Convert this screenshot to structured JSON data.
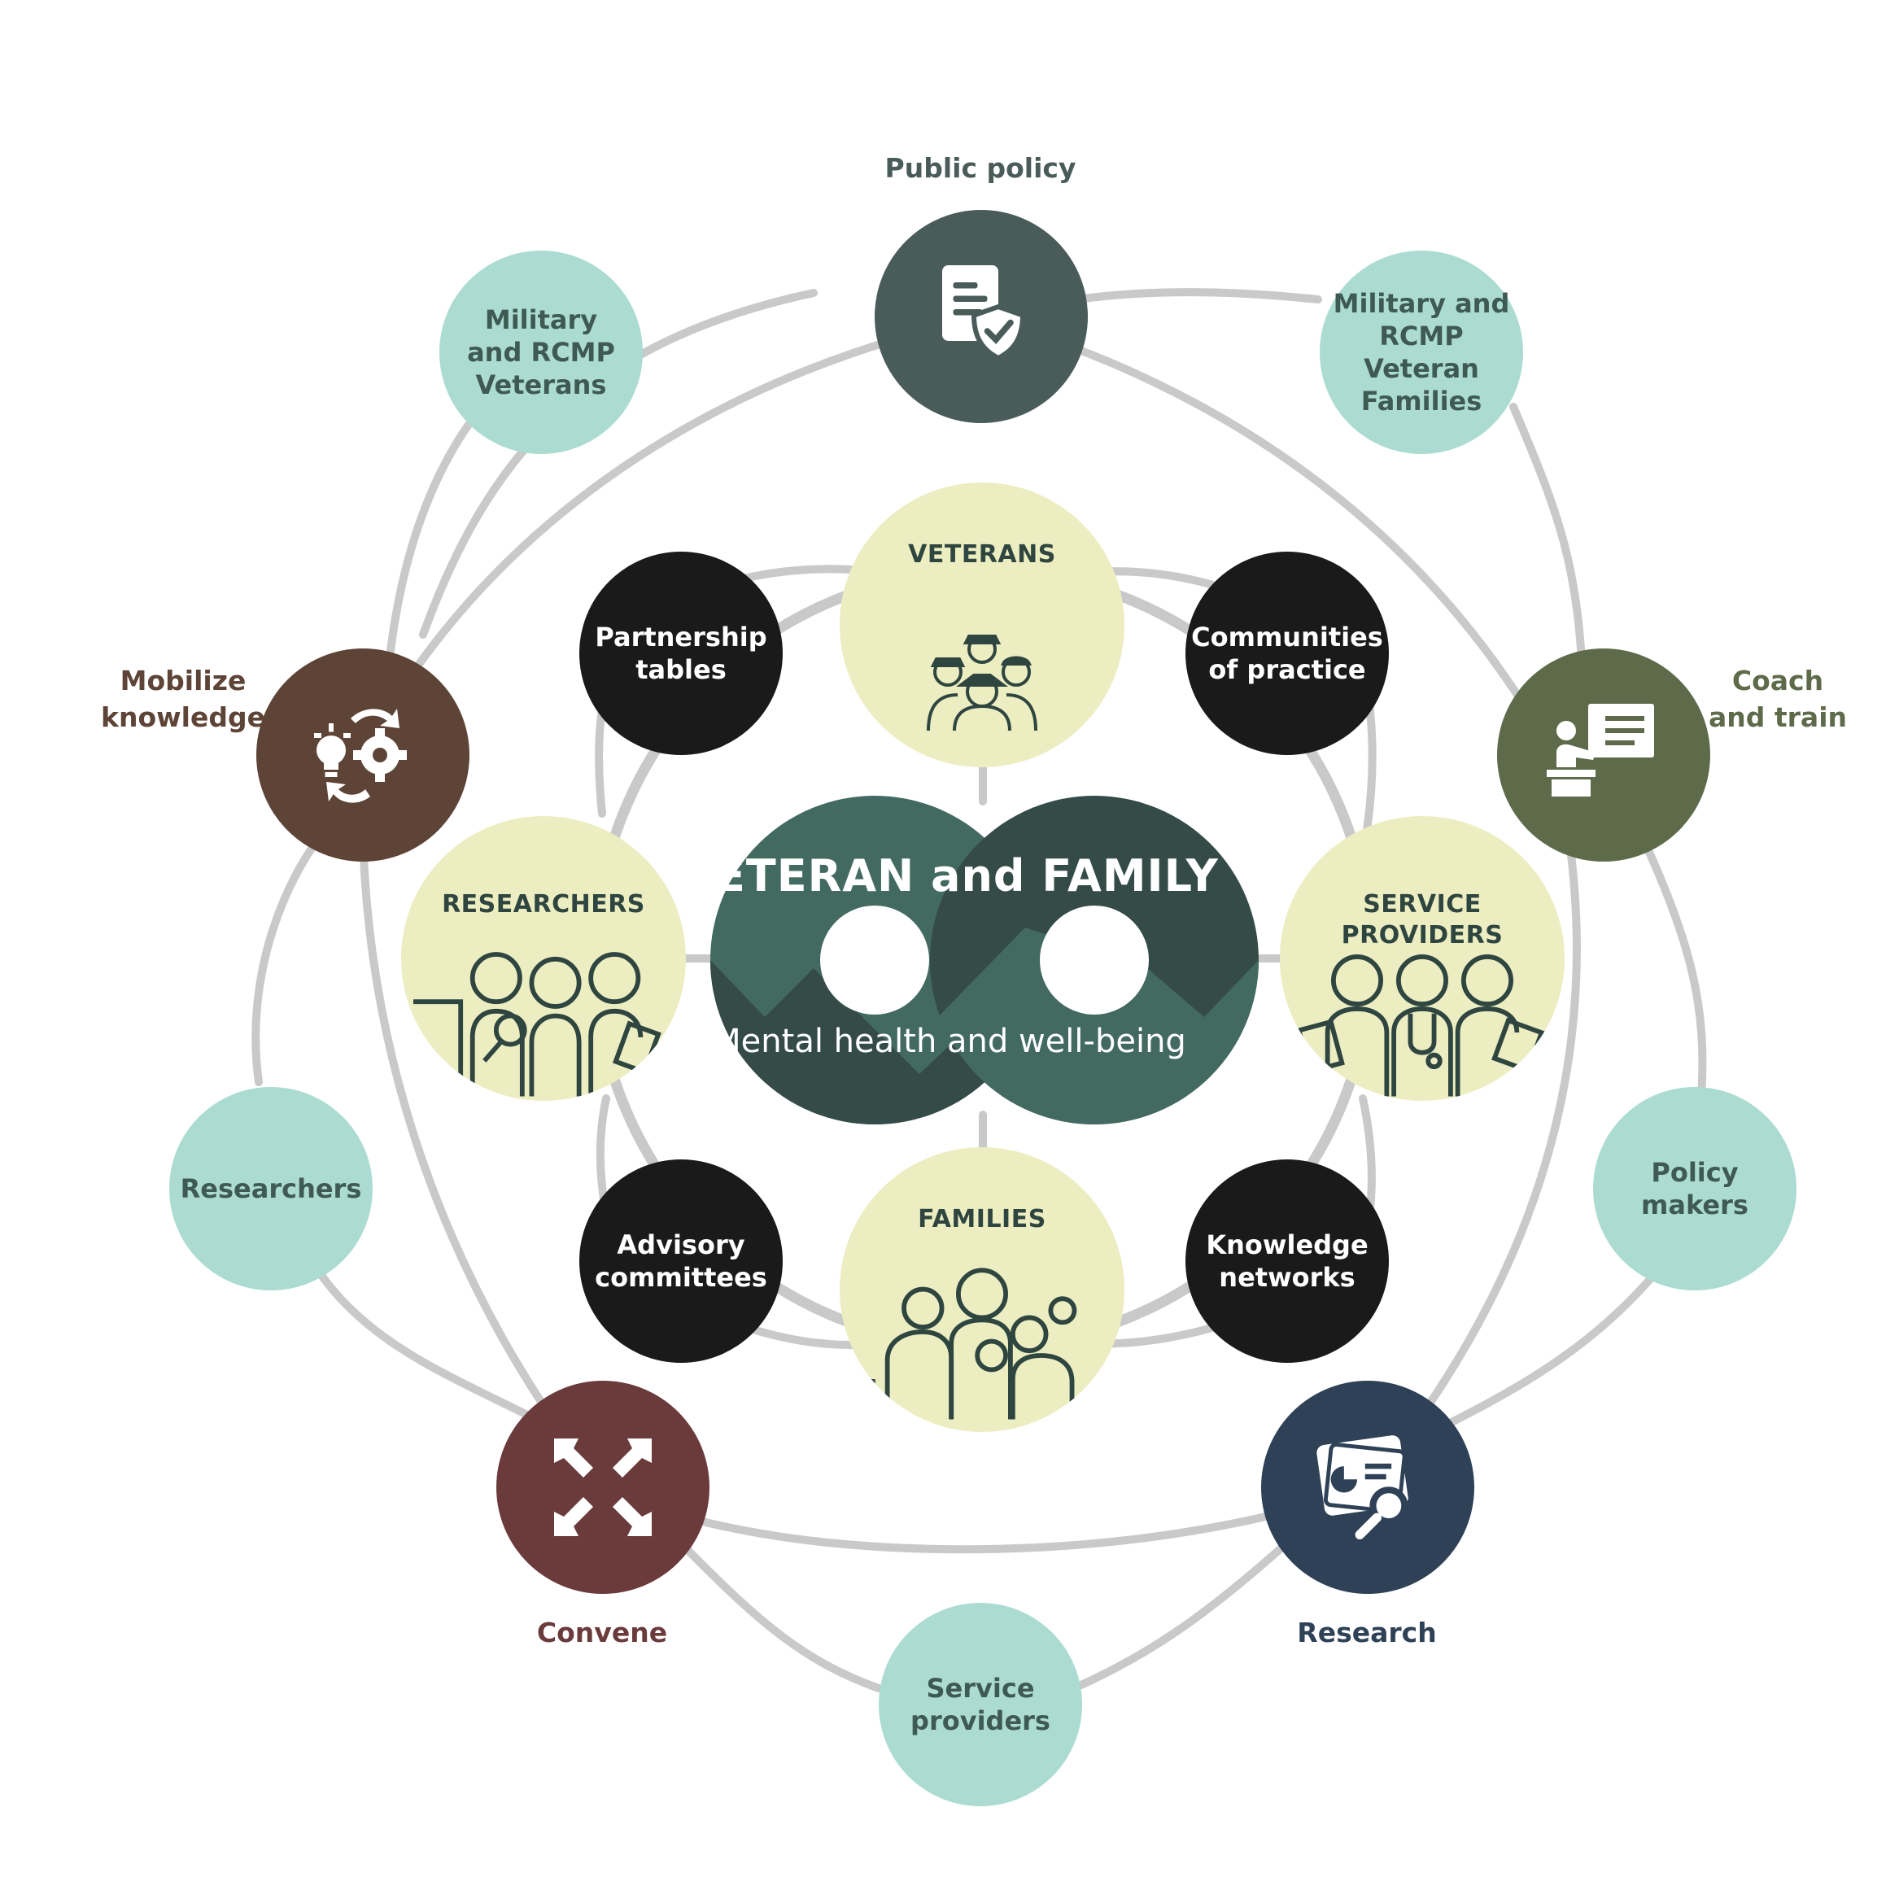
{
  "center": {
    "title": "VETERAN and FAMILY",
    "subtitle": "Mental health and well-being",
    "colors": {
      "light": "#436a61",
      "dark": "#344b47"
    }
  },
  "activities": {
    "public_policy": {
      "label": "Public policy",
      "color": "#495c59",
      "icon": "policy-document-shield-icon"
    },
    "coach_train": {
      "label": "Coach\nand train",
      "color": "#5e6b4a",
      "icon": "presenter-board-icon"
    },
    "research": {
      "label": "Research",
      "color": "#2f4157",
      "icon": "report-magnifier-icon"
    },
    "convene": {
      "label": "Convene",
      "color": "#6b3b3c",
      "icon": "arrows-converge-icon"
    },
    "mobilize": {
      "label": "Mobilize\nknowledge",
      "color": "#5e4437",
      "icon": "lightbulb-gear-cycle-icon"
    }
  },
  "audiences": {
    "veterans": "Military\nand RCMP\nVeterans",
    "families": "Military and\nRCMP Veteran\nFamilies",
    "policy_makers": "Policy\nmakers",
    "service_providers": "Service\nproviders",
    "researchers": "Researchers",
    "color": "#acdcd1"
  },
  "mechanisms": {
    "partnership": "Partnership\ntables",
    "communities": "Communities\nof practice",
    "advisory": "Advisory\ncommittees",
    "knowledge": "Knowledge\nnetworks",
    "color": "#1a1a1a"
  },
  "groups": {
    "veterans": {
      "label": "VETERANS",
      "icon": "veterans-group-icon"
    },
    "researchers": {
      "label": "RESEARCHERS",
      "icon": "researchers-group-icon"
    },
    "service_providers": {
      "label": "SERVICE PROVIDERS",
      "icon": "service-providers-group-icon"
    },
    "families": {
      "label": "FAMILIES",
      "icon": "families-group-icon"
    },
    "color": "#ededc2"
  }
}
